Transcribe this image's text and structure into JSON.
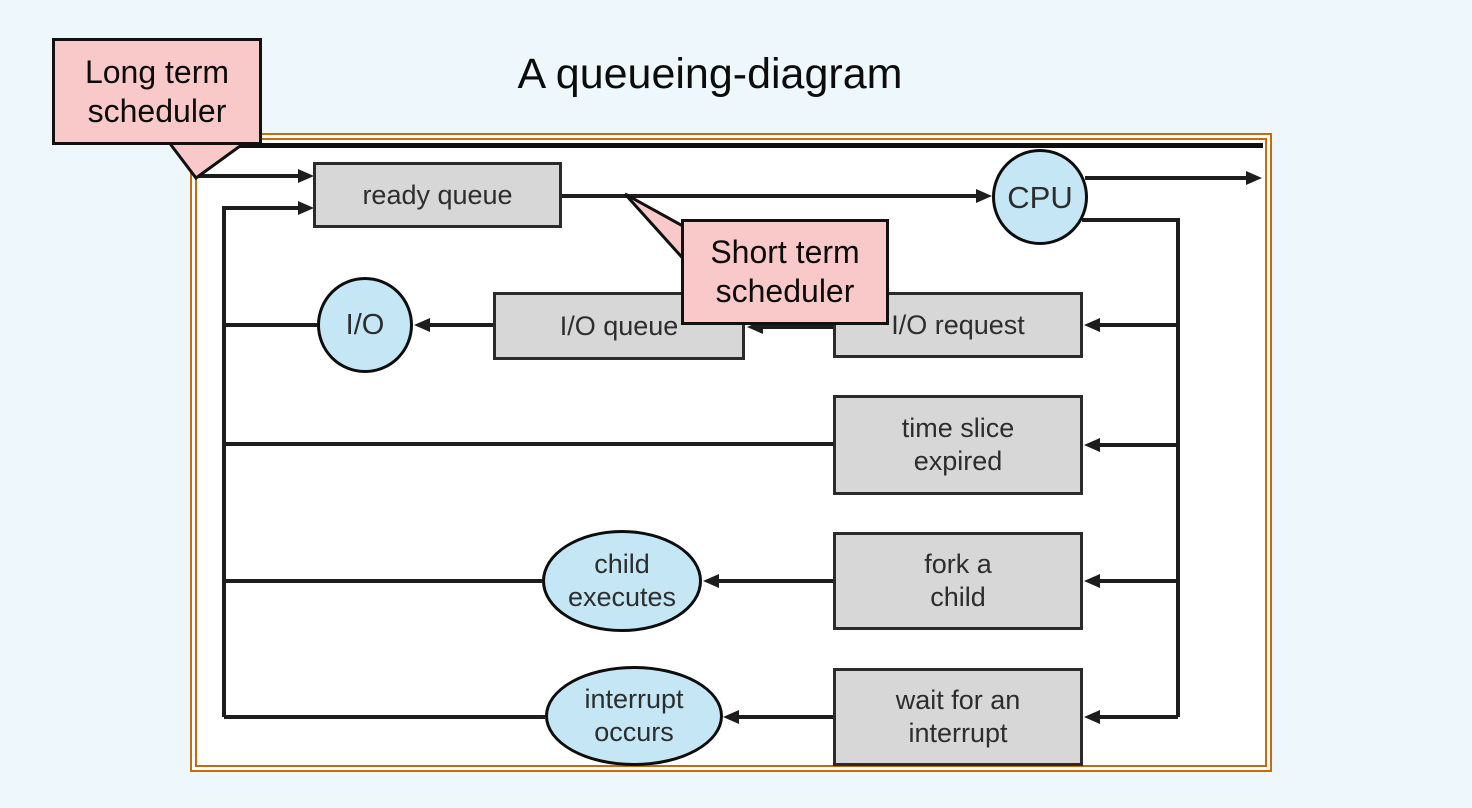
{
  "title": "A queueing-diagram",
  "callouts": {
    "long_term": {
      "line1": "Long term",
      "line2": "scheduler"
    },
    "short_term": {
      "line1": "Short term",
      "line2": "scheduler"
    }
  },
  "nodes": {
    "ready_queue": "ready queue",
    "cpu": "CPU",
    "io": "I/O",
    "io_queue": "I/O queue",
    "io_request": "I/O request",
    "time_slice": {
      "line1": "time slice",
      "line2": "expired"
    },
    "fork_child": {
      "line1": "fork a",
      "line2": "child"
    },
    "wait_interrupt": {
      "line1": "wait for an",
      "line2": "interrupt"
    },
    "child_executes": {
      "line1": "child",
      "line2": "executes"
    },
    "interrupt_occurs": {
      "line1": "interrupt",
      "line2": "occurs"
    }
  },
  "colors": {
    "slide_background": "#eef8fc",
    "frame_orange": "#c66a10",
    "figure_background": "#ffffff",
    "box_fill": "#d7d7d7",
    "box_border": "#2b2b2b",
    "bubble_fill": "#c5e6f5",
    "callout_fill": "#f9c9c9",
    "connector": "#1d1d1d"
  }
}
